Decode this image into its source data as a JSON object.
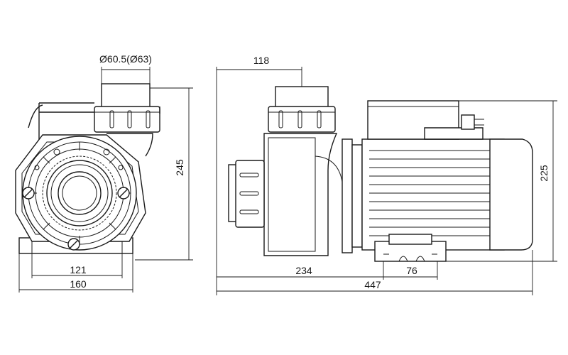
{
  "dimensions": {
    "port_diameter": "Ø60.5(Ø63)",
    "front_height": "245",
    "base_inner_width": "121",
    "base_outer_width": "160",
    "side_port_offset": "118",
    "side_height": "225",
    "foot_offset": "234",
    "foot_width": "76",
    "total_length": "447"
  }
}
